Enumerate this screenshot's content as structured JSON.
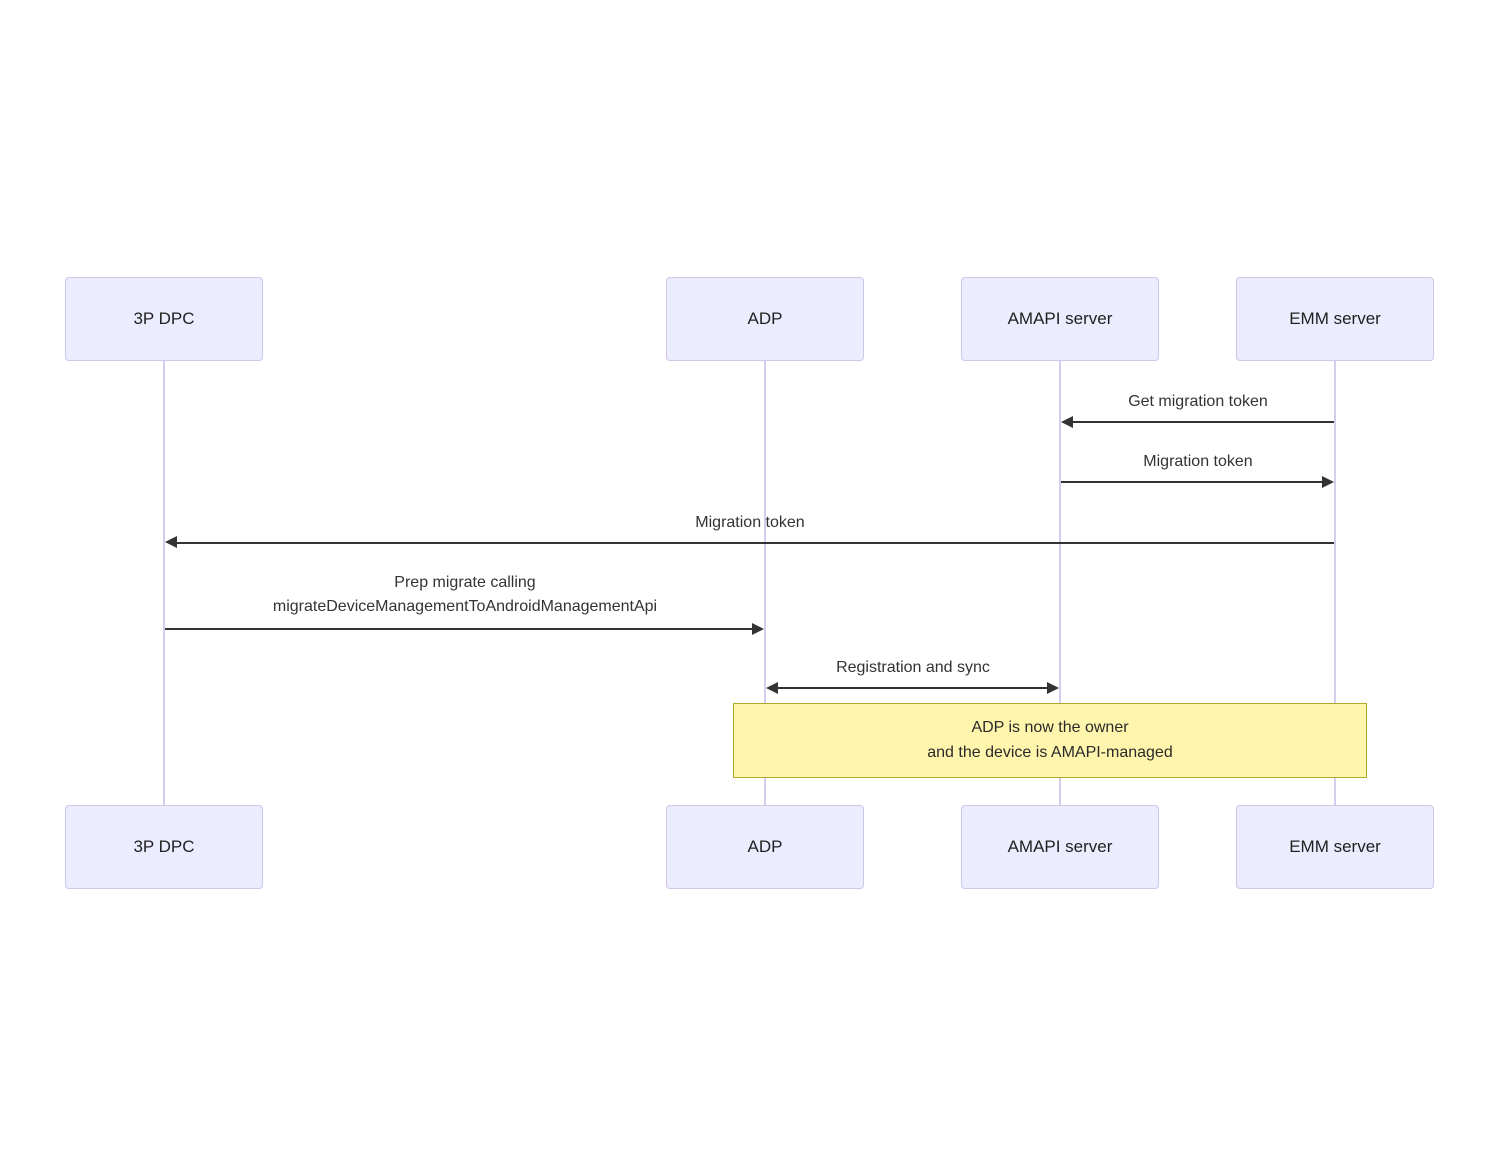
{
  "diagram": {
    "type": "sequence-diagram",
    "actors": [
      {
        "id": "3p-dpc",
        "label": "3P DPC"
      },
      {
        "id": "adp",
        "label": "ADP"
      },
      {
        "id": "amapi-server",
        "label": "AMAPI server"
      },
      {
        "id": "emm-server",
        "label": "EMM server"
      }
    ],
    "messages": [
      {
        "from": "EMM server",
        "to": "AMAPI server",
        "direction": "left",
        "lines": [
          "Get migration token"
        ]
      },
      {
        "from": "AMAPI server",
        "to": "EMM server",
        "direction": "right",
        "lines": [
          "Migration token"
        ]
      },
      {
        "from": "EMM server",
        "to": "3P DPC",
        "direction": "left",
        "lines": [
          "Migration token"
        ]
      },
      {
        "from": "3P DPC",
        "to": "ADP",
        "direction": "right",
        "lines": [
          "Prep migrate calling",
          "migrateDeviceManagementToAndroidManagementApi"
        ]
      },
      {
        "from": "ADP",
        "to": "AMAPI server",
        "direction": "both",
        "lines": [
          "Registration and sync"
        ]
      }
    ],
    "note": {
      "lines": [
        "ADP is now the owner",
        "and the device is AMAPI-managed"
      ]
    },
    "colors": {
      "actor_fill": "#ECECFF",
      "actor_border": "#cfc6e8",
      "lifeline": "#d8ccee",
      "arrow": "#333333",
      "note_fill": "#fff5ad",
      "note_border": "#aaaa33",
      "text": "#333333"
    }
  }
}
